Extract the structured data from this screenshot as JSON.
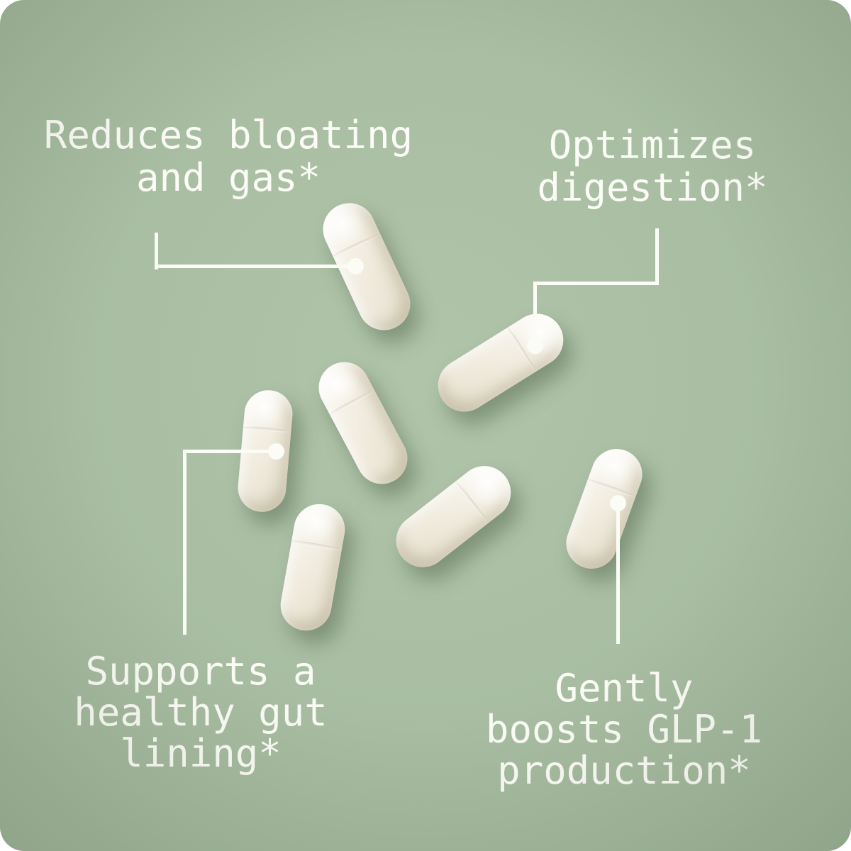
{
  "image": {
    "description": "Supplement capsules on sage green background with four benefit callouts",
    "background_color": "#a8bda2",
    "text_color": "#fcfcf6",
    "callout_color": "#fcfcf6",
    "capsule_color": "#f1ecdf",
    "capsule_count": 7
  },
  "annotations": [
    {
      "id": "reduces-bloating-gas",
      "lines": [
        "Reduces bloating",
        "and gas*",
        ""
      ]
    },
    {
      "id": "optimizes-digestion",
      "lines": [
        "Optimizes",
        "digestion*",
        ""
      ]
    },
    {
      "id": "supports-healthy-gut-lining",
      "lines": [
        "Supports a",
        "healthy gut",
        "lining*"
      ]
    },
    {
      "id": "gently-boosts-glp1",
      "lines": [
        "Gently",
        "boosts GLP-1",
        "production*"
      ]
    }
  ]
}
